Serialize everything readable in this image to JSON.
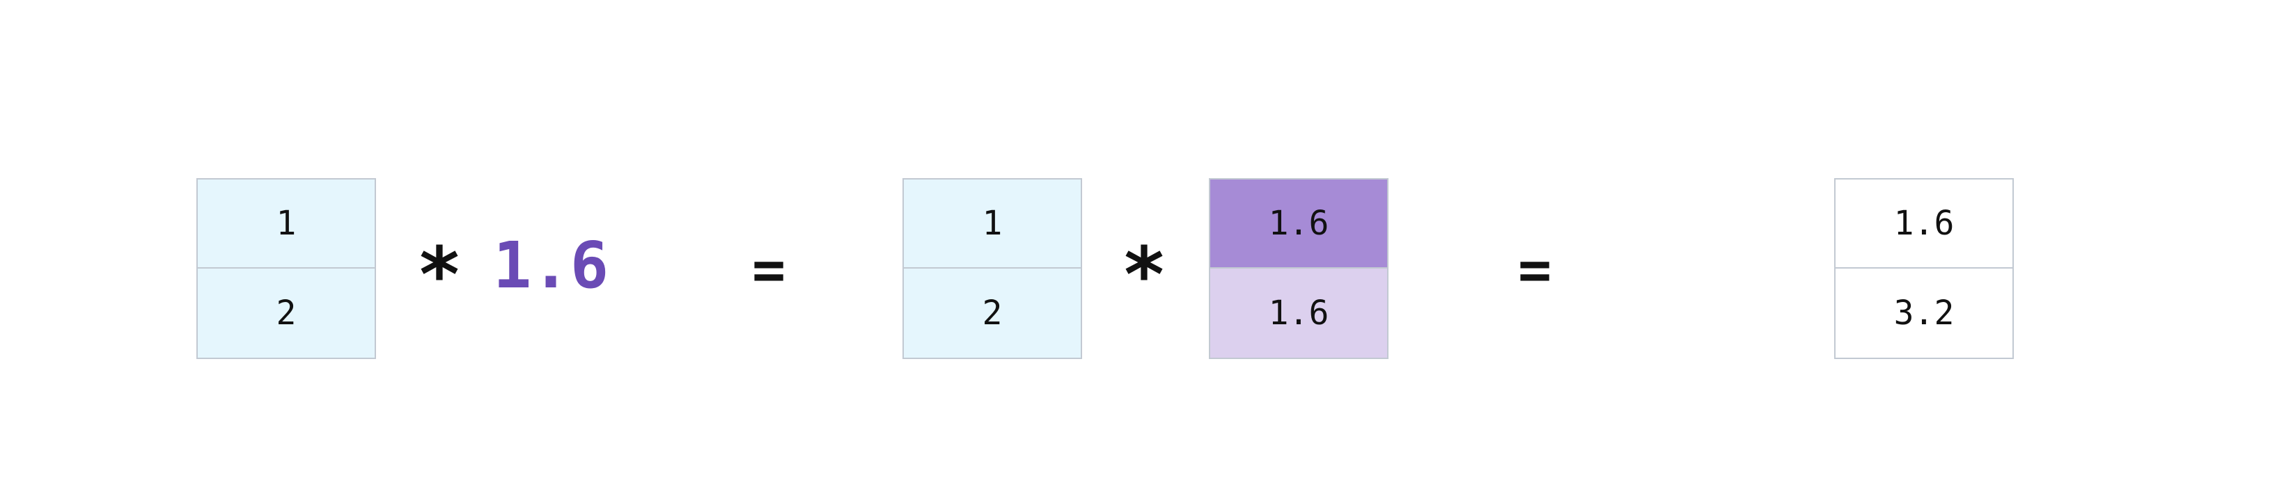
{
  "colors": {
    "vector_fill": "#e5f6fd",
    "result_fill": "#ffffff",
    "broadcast_primary": "#a68bd6",
    "broadcast_secondary": "#dcd0ee",
    "scalar_text": "#6a4bb5",
    "border": "#c2c9d2"
  },
  "left_vector": [
    "1",
    "2"
  ],
  "multiply_symbol": "*",
  "scalar": "1.6",
  "equals_symbol": "=",
  "middle_vector": [
    "1",
    "2"
  ],
  "broadcast_vector": [
    "1.6",
    "1.6"
  ],
  "result_vector": [
    "1.6",
    "3.2"
  ]
}
